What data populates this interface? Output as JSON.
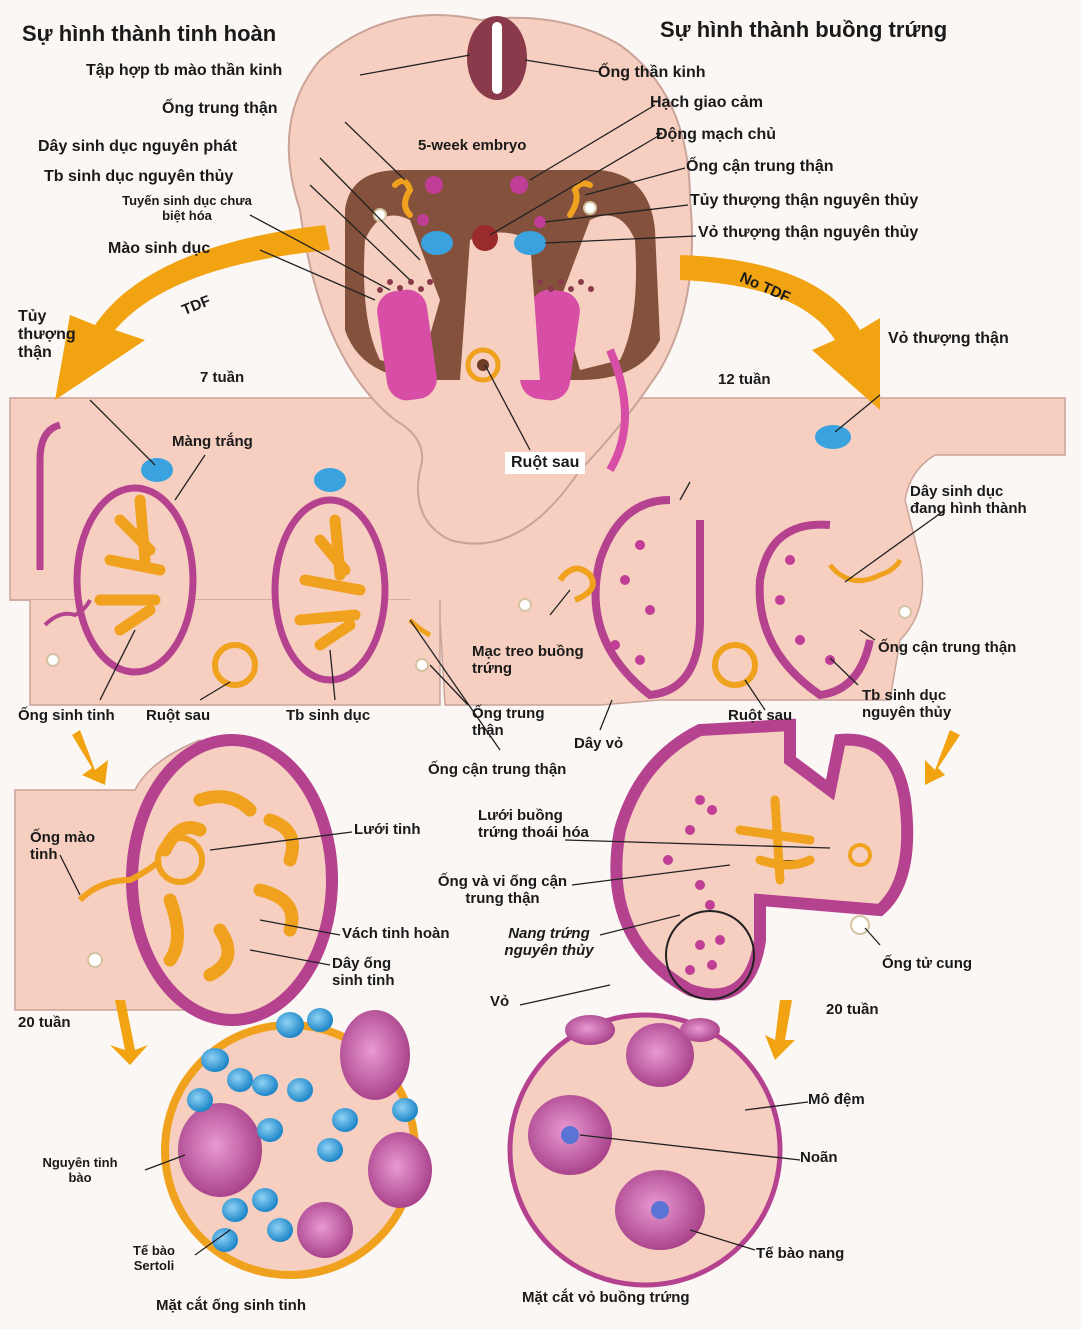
{
  "titles": {
    "testis": "Sự hình thành tinh hoàn",
    "ovary": "Sự hình thành buồng trứng"
  },
  "embryo": {
    "label": "5-week embryo",
    "neural_crest": "Tập hợp tb mào thần kinh",
    "mesonephric_duct": "Ống trung thận",
    "primary_sex_cords": "Dây sinh dục nguyên phát",
    "primordial_germ_cells": "Tb sinh dục nguyên thủy",
    "indifferent_gonad": "Tuyến sinh dục chưa biệt hóa",
    "genital_ridge": "Mào sinh dục",
    "neural_tube": "Ống thần kinh",
    "sympathetic_ganglion": "Hạch giao cảm",
    "aorta": "Động mạch chủ",
    "paramesonephric_duct": "Ống cận trung thận",
    "primitive_adrenal_medulla": "Tủy thượng thận nguyên thủy",
    "primitive_adrenal_cortex": "Vỏ thượng thận nguyên thủy",
    "hindgut": "Ruột sau"
  },
  "arrows": {
    "tdf": "TDF",
    "no_tdf": "No TDF"
  },
  "testis": {
    "adrenal_medulla": "Tủy thượng thận",
    "week7": "7 tuần",
    "tunica_albuginea": "Màng trắng",
    "seminiferous_tubule": "Ống sinh tinh",
    "hindgut": "Ruột sau",
    "germ_cells": "Tb sinh dục",
    "mesonephric_duct": "Ống trung thận",
    "paramesonephric_duct": "Ống cận trung thận",
    "epididymis": "Ống mào tinh",
    "rete_testis": "Lưới tinh",
    "septum": "Vách tinh hoàn",
    "seminiferous_cords": "Dây ống sinh tinh",
    "week20": "20 tuần",
    "spermatogonia": "Nguyên tinh bào",
    "sertoli": "Tế bào Sertoli",
    "section": "Mặt cắt ống sinh tinh"
  },
  "ovary": {
    "adrenal_cortex": "Vỏ thượng thận",
    "week12": "12 tuần",
    "developing_cords": "Dây sinh dục đang hình thành",
    "mesovarium": "Mạc treo buồng trứng",
    "paramesonephric_duct": "Ống cận trung thận",
    "germ_cells": "Tb sinh dục nguyên thủy",
    "cortical_cords": "Dây vỏ",
    "hindgut": "Ruột sau",
    "rete_ovarii": "Lưới buồng trứng thoái hóa",
    "mesonephric_tubules": "Ống và vi ống cận trung thận",
    "primordial_follicle": "Nang trứng nguyên thủy",
    "cortex": "Vỏ",
    "uterine_tube": "Ống tử cung",
    "week20": "20 tuần",
    "stroma": "Mô đệm",
    "oocyte": "Noãn",
    "follicle_cell": "Tế bào nang",
    "section": "Mặt cắt vỏ buồng trứng"
  },
  "colors": {
    "tissue": "#f6cfc1",
    "magenta": "#b5428f",
    "pink": "#e07fc0",
    "gold": "#f0a21f",
    "blue": "#3aa3df",
    "maroon": "#8a3a4a",
    "tdf_arrow": "#f2a312"
  }
}
